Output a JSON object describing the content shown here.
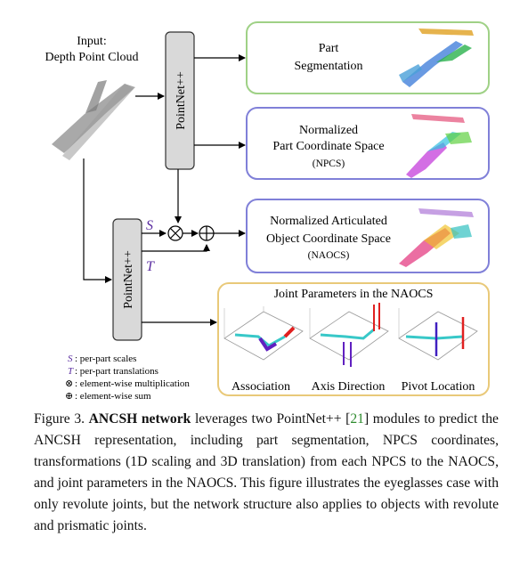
{
  "input": {
    "line1": "Input:",
    "line2": "Depth Point Cloud"
  },
  "encoder_top": {
    "label": "PointNet++"
  },
  "encoder_bottom": {
    "label": "PointNet++"
  },
  "outputs": {
    "part_seg": {
      "line1": "Part",
      "line2": "Segmentation",
      "border": "#9fd186"
    },
    "npcs": {
      "line1": "Normalized",
      "line2": "Part Coordinate Space",
      "line3": "(NPCS)",
      "border": "#8080d8"
    },
    "naocs": {
      "line1": "Normalized Articulated",
      "line2": "Object Coordinate Space",
      "line3": "(NAOCS)",
      "border": "#8080d8"
    },
    "joint": {
      "title": "Joint Parameters in the NAOCS",
      "border": "#e9c979",
      "sub": [
        "Association",
        "Axis Direction",
        "Pivot Location"
      ]
    }
  },
  "ops": {
    "scale": "S",
    "translation": "T",
    "mult_symbol": "⊗",
    "sum_symbol": "⊕"
  },
  "legend": {
    "s_sym": "S",
    "s_text": ": per-part scales",
    "t_sym": "T",
    "t_text": ": per-part translations",
    "mult_sym": "⊗",
    "mult_text": ": element-wise multiplication",
    "sum_sym": "⊕",
    "sum_text": ": element-wise sum"
  },
  "caption": {
    "prefix": "Figure 3. ",
    "bold": "ANCSH network",
    "mid": " leverages two PointNet++ [",
    "ref": "21",
    "rest": "] modules to predict the ANCSH representation, including part segmentation, NPCS coordinates, transformations (1D scaling and 3D translation) from each NPCS to the NAOCS, and joint parameters in the NAOCS. This figure illustrates the eyeglasses case with only revolute joints, but the network structure also applies to objects with revolute and prismatic joints."
  },
  "colors": {
    "accent_symbol": "#5a2ca0",
    "encoder_fill": "#d9d9d9"
  }
}
